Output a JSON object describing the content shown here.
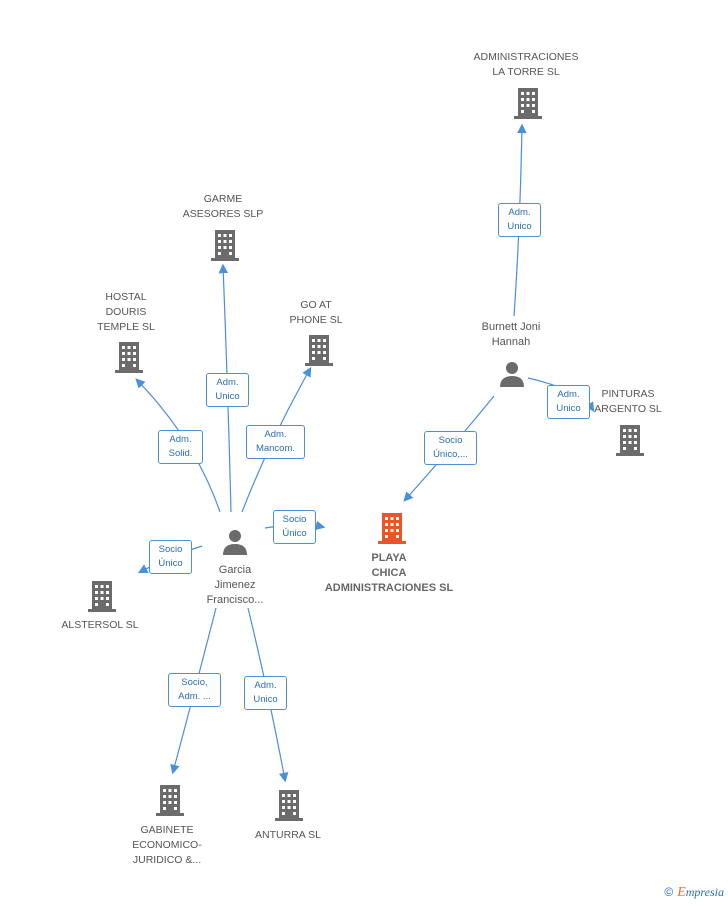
{
  "nodes": {
    "administraciones_la_torre": {
      "label": "ADMINISTRACIONES\nLA TORRE SL"
    },
    "garme": {
      "label": "GARME\nASESORES SLP"
    },
    "hostal": {
      "label": "HOSTAL\nDOURIS\nTEMPLE SL"
    },
    "goat": {
      "label": "GO AT\nPHONE SL"
    },
    "burnett": {
      "label": "Burnett Joni\nHannah"
    },
    "pinturas": {
      "label": "PINTURAS\nARGENTO SL"
    },
    "playa": {
      "label": "PLAYA\nCHICA\nADMINISTRACIONES SL"
    },
    "garcia": {
      "label": "Garcia\nJimenez\nFrancisco..."
    },
    "alstersol": {
      "label": "ALSTERSOL SL"
    },
    "gabinete": {
      "label": "GABINETE\nECONOMICO-\nJURIDICO &..."
    },
    "anturra": {
      "label": "ANTURRA SL"
    }
  },
  "edges": {
    "burnett_latorre": "Adm.\nUnico",
    "burnett_pinturas": "Adm.\nUnico",
    "burnett_playa": "Socio\nÚnico,...",
    "garcia_garme": "Adm.\nUnico",
    "garcia_hostal": "Adm.\nSolid.",
    "garcia_goat": "Adm.\nMancom.",
    "garcia_playa": "Socio\nÚnico",
    "garcia_alstersol": "Socio\nÚnico",
    "garcia_gabinete": "Socio,\nAdm. ...",
    "garcia_anturra": "Adm.\nUnico"
  },
  "colors": {
    "edge": "#4a90d9",
    "building": "#6b6b6b",
    "focus": "#e8542c"
  },
  "brand": {
    "copyright": "©",
    "initial": "E",
    "name": "mpresia"
  }
}
